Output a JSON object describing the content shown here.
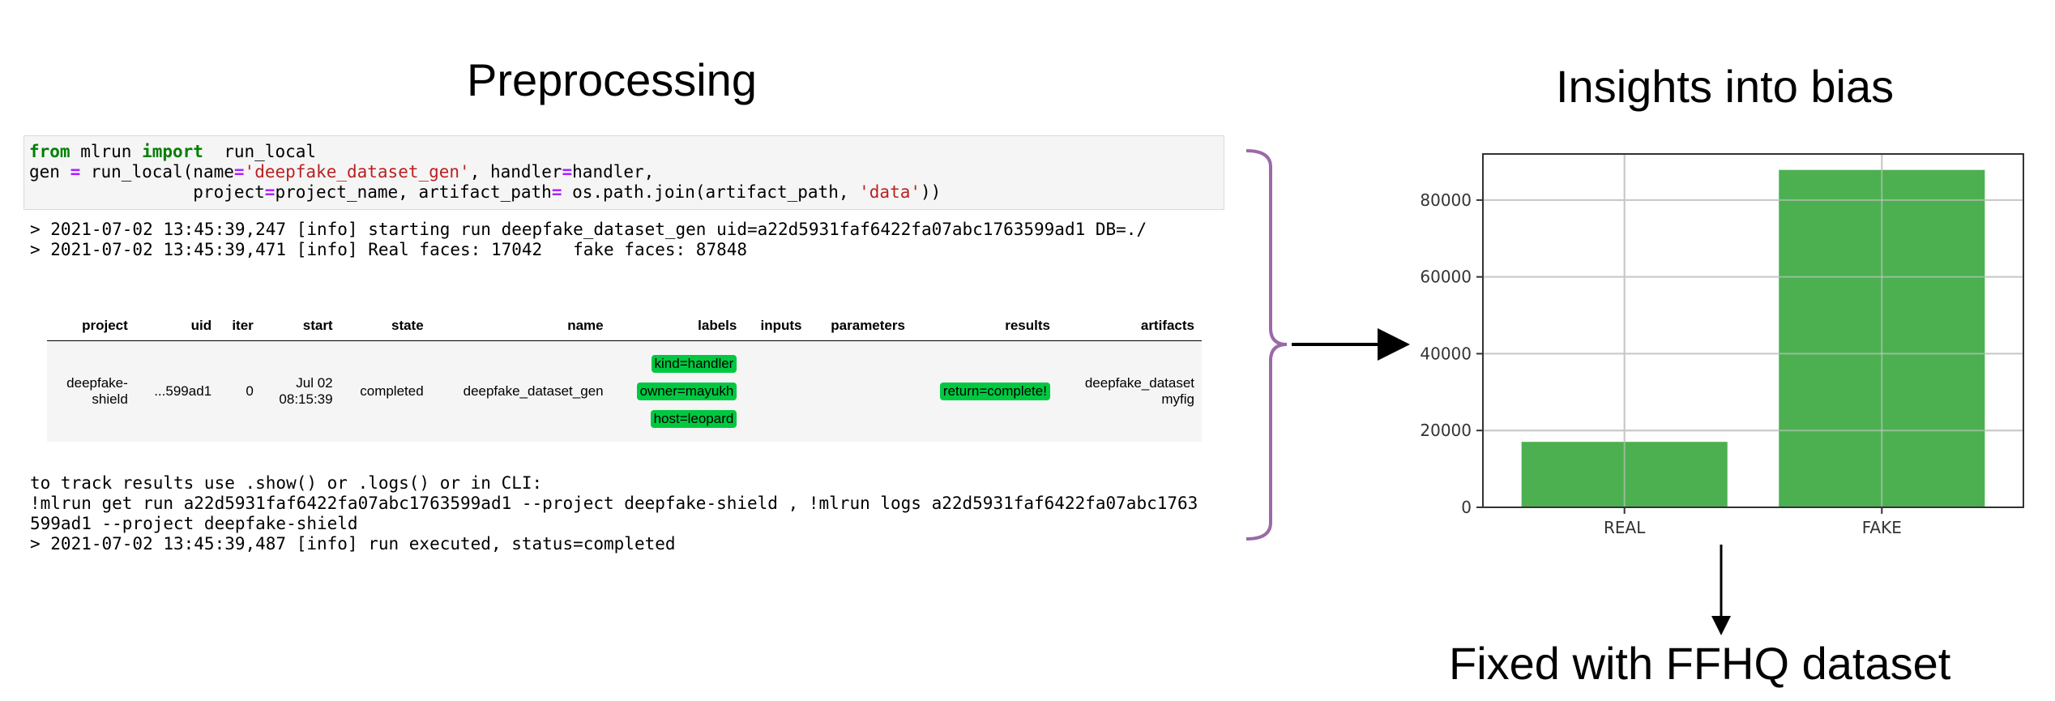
{
  "left_panel": {
    "title": "Preprocessing",
    "code": {
      "line1": {
        "kw1": "from",
        "t1": " mlrun ",
        "kw2": "import",
        "t2": "  run_local"
      },
      "line2": {
        "t1": "gen ",
        "op1": "=",
        "t2": " run_local(name",
        "op2": "=",
        "s1": "'deepfake_dataset_gen'",
        "t3": ", handler",
        "op3": "=",
        "t4": "handler,"
      },
      "line3": {
        "t1": "                project",
        "op1": "=",
        "t2": "project_name, artifact_path",
        "op2": "=",
        "t3": " os.path.join(artifact_path, ",
        "s1": "'data'",
        "t4": "))"
      }
    },
    "log_lines": [
      "> 2021-07-02 13:45:39,247 [info] starting run deepfake_dataset_gen uid=a22d5931faf6422fa07abc1763599ad1 DB=./",
      "> 2021-07-02 13:45:39,471 [info] Real faces: 17042   fake faces: 87848"
    ],
    "table": {
      "headers": [
        "project",
        "uid",
        "iter",
        "start",
        "state",
        "name",
        "labels",
        "inputs",
        "parameters",
        "results",
        "artifacts"
      ],
      "row": {
        "project_l1": "deepfake-",
        "project_l2": "shield",
        "uid": "...599ad1",
        "iter": "0",
        "start_l1": "Jul 02",
        "start_l2": "08:15:39",
        "state": "completed",
        "name": "deepfake_dataset_gen",
        "labels": [
          "kind=handler",
          "owner=mayukh",
          "host=leopard"
        ],
        "inputs": "",
        "parameters": "",
        "results": "return=complete!",
        "artifacts_l1": "deepfake_dataset",
        "artifacts_l2": "myfig"
      }
    },
    "footer_lines": [
      "to track results use .show() or .logs() or in CLI:",
      "!mlrun get run a22d5931faf6422fa07abc1763599ad1 --project deepfake-shield , !mlrun logs a22d5931faf6422fa07abc1763",
      "599ad1 --project deepfake-shield",
      "> 2021-07-02 13:45:39,487 [info] run executed, status=completed"
    ]
  },
  "right_panel": {
    "title": "Insights into bias",
    "bottom_text": "Fixed with FFHQ dataset"
  },
  "colors": {
    "bar": "#4caf50",
    "brace": "#9b6aa6",
    "label_green": "#00c840"
  },
  "chart_data": {
    "type": "bar",
    "title": "",
    "xlabel": "",
    "ylabel": "",
    "categories": [
      "REAL",
      "FAKE"
    ],
    "values": [
      17042,
      87848
    ],
    "ylim": [
      0,
      92000
    ],
    "yticks": [
      0,
      20000,
      40000,
      60000,
      80000
    ],
    "grid": true
  }
}
